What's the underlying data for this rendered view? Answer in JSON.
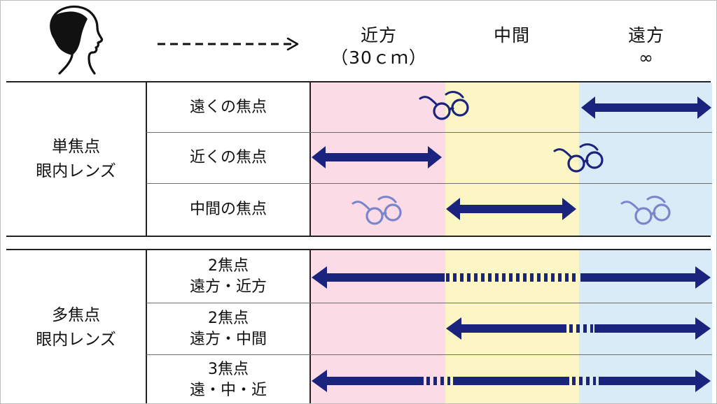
{
  "header": {
    "near": "近方",
    "near_distance": "（30ｃｍ）",
    "middle": "中間",
    "far": "遠方",
    "far_distance": "∞"
  },
  "groups": {
    "single": {
      "line1": "単焦点",
      "line2": "眼内レンズ"
    },
    "multi": {
      "line1": "多焦点",
      "line2": "眼内レンズ"
    }
  },
  "rows": [
    {
      "label": "遠くの焦点"
    },
    {
      "label": "近くの焦点"
    },
    {
      "label": "中間の焦点"
    },
    {
      "label1": "2焦点",
      "label2": "遠方・近方"
    },
    {
      "label1": "2焦点",
      "label2": "遠方・中間"
    },
    {
      "label1": "3焦点",
      "label2": "遠・中・近"
    }
  ],
  "colors": {
    "near_zone": "#fadbe6",
    "middle_zone": "#fbf6c4",
    "far_zone": "#d8ebf7",
    "arrow": "#1a237e",
    "glasses_dark": "#1a237e",
    "glasses_light": "#7986cb"
  },
  "icons": {
    "head": "head-profile-icon",
    "glasses": "glasses-icon",
    "direction": "dashed-arrow-icon"
  }
}
